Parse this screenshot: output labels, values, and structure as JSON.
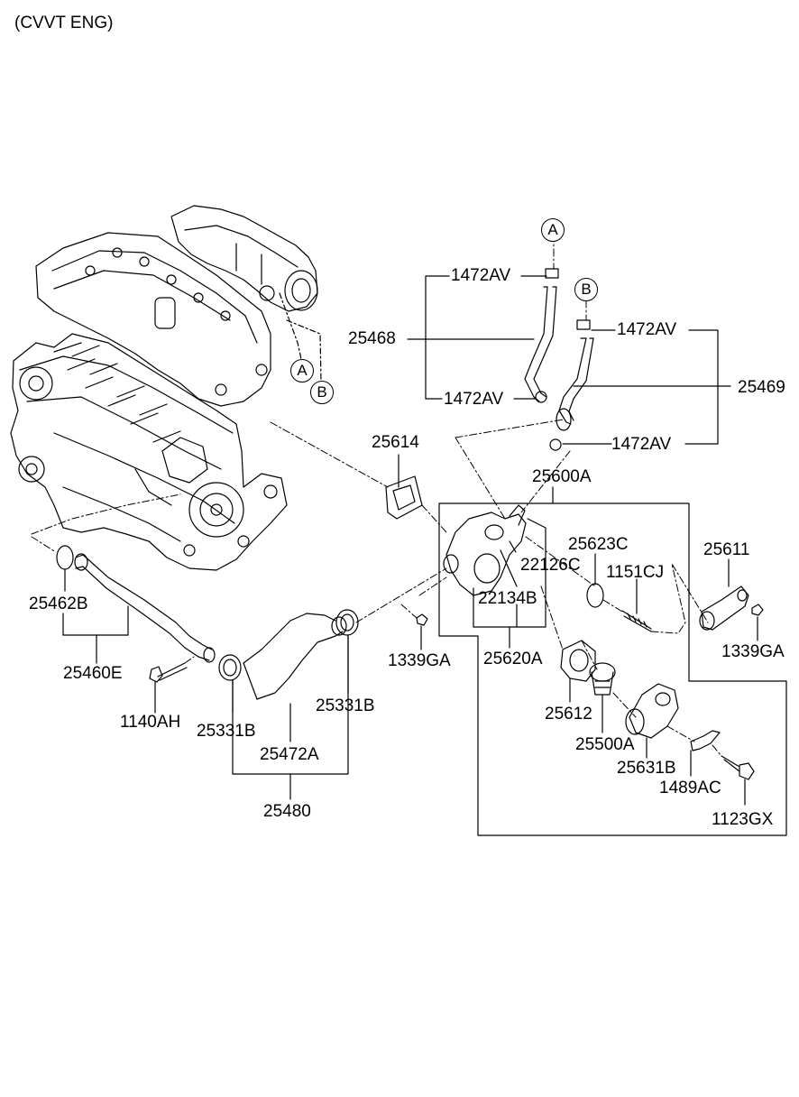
{
  "title": "(CVVT ENG)",
  "callouts": {
    "a": "A",
    "b": "B"
  },
  "labels": {
    "p1472av_1": "1472AV",
    "p1472av_2": "1472AV",
    "p1472av_3": "1472AV",
    "p1472av_4": "1472AV",
    "p25468": "25468",
    "p25469": "25469",
    "p25614": "25614",
    "p25600a": "25600A",
    "p25623c": "25623C",
    "p25611": "25611",
    "p22126c": "22126C",
    "p1151cj": "1151CJ",
    "p22134b": "22134B",
    "p1339ga_1": "1339GA",
    "p1339ga_2": "1339GA",
    "p25620a": "25620A",
    "p25612": "25612",
    "p25500a": "25500A",
    "p25631b": "25631B",
    "p1489ac": "1489AC",
    "p1123gx": "1123GX",
    "p25462b": "25462B",
    "p25460e": "25460E",
    "p1140ah": "1140AH",
    "p25331b_1": "25331B",
    "p25331b_2": "25331B",
    "p25472a": "25472A",
    "p25480": "25480"
  }
}
